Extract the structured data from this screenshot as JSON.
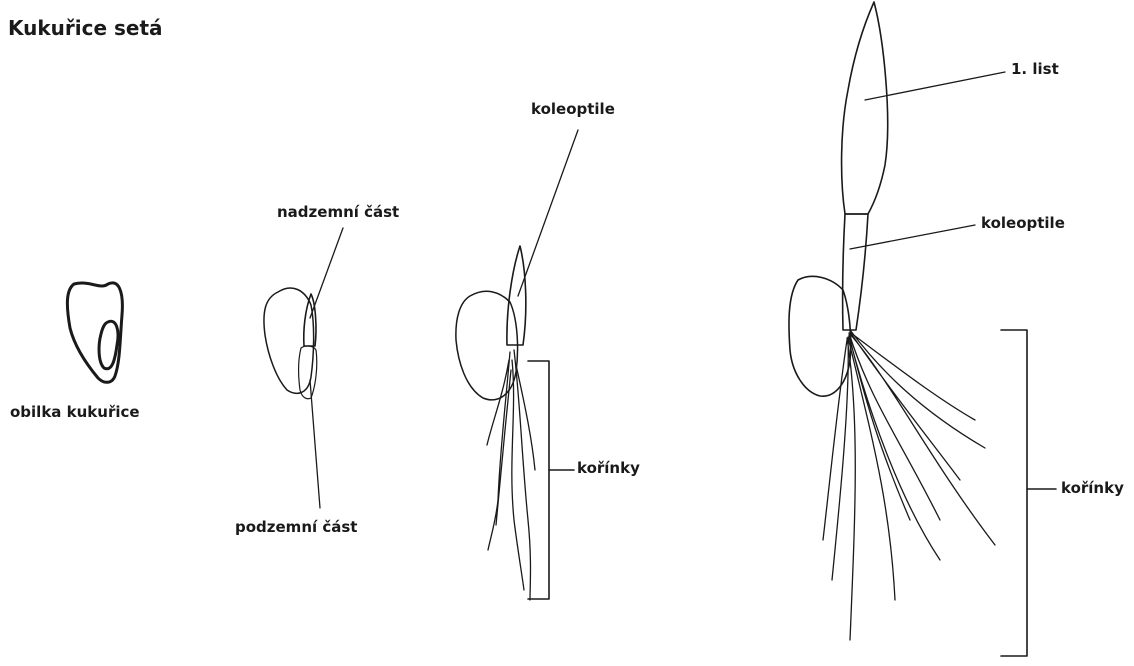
{
  "title": "Kukuřice setá",
  "stages": [
    {
      "name": "kernel",
      "labels": [
        "obilka kukuřice"
      ]
    },
    {
      "name": "early-seedling",
      "labels": [
        "nadzemní část",
        "podzemní část"
      ]
    },
    {
      "name": "seedling-with-coleoptile",
      "labels": [
        "koleoptile",
        "kořínky"
      ]
    },
    {
      "name": "seedling-with-leaf",
      "labels": [
        "1. list",
        "koleoptile",
        "kořínky"
      ]
    }
  ],
  "labels": {
    "obilka": "obilka kukuřice",
    "nadzemni": "nadzemní část",
    "podzemni": "podzemní část",
    "koleoptile_1": "koleoptile",
    "korinky_1": "kořínky",
    "list": "1. list",
    "koleoptile_2": "koleoptile",
    "korinky_2": "kořínky"
  },
  "colors": {
    "ink": "#1a1a1a",
    "shade": "#d9d9d9",
    "background": "#ffffff"
  }
}
